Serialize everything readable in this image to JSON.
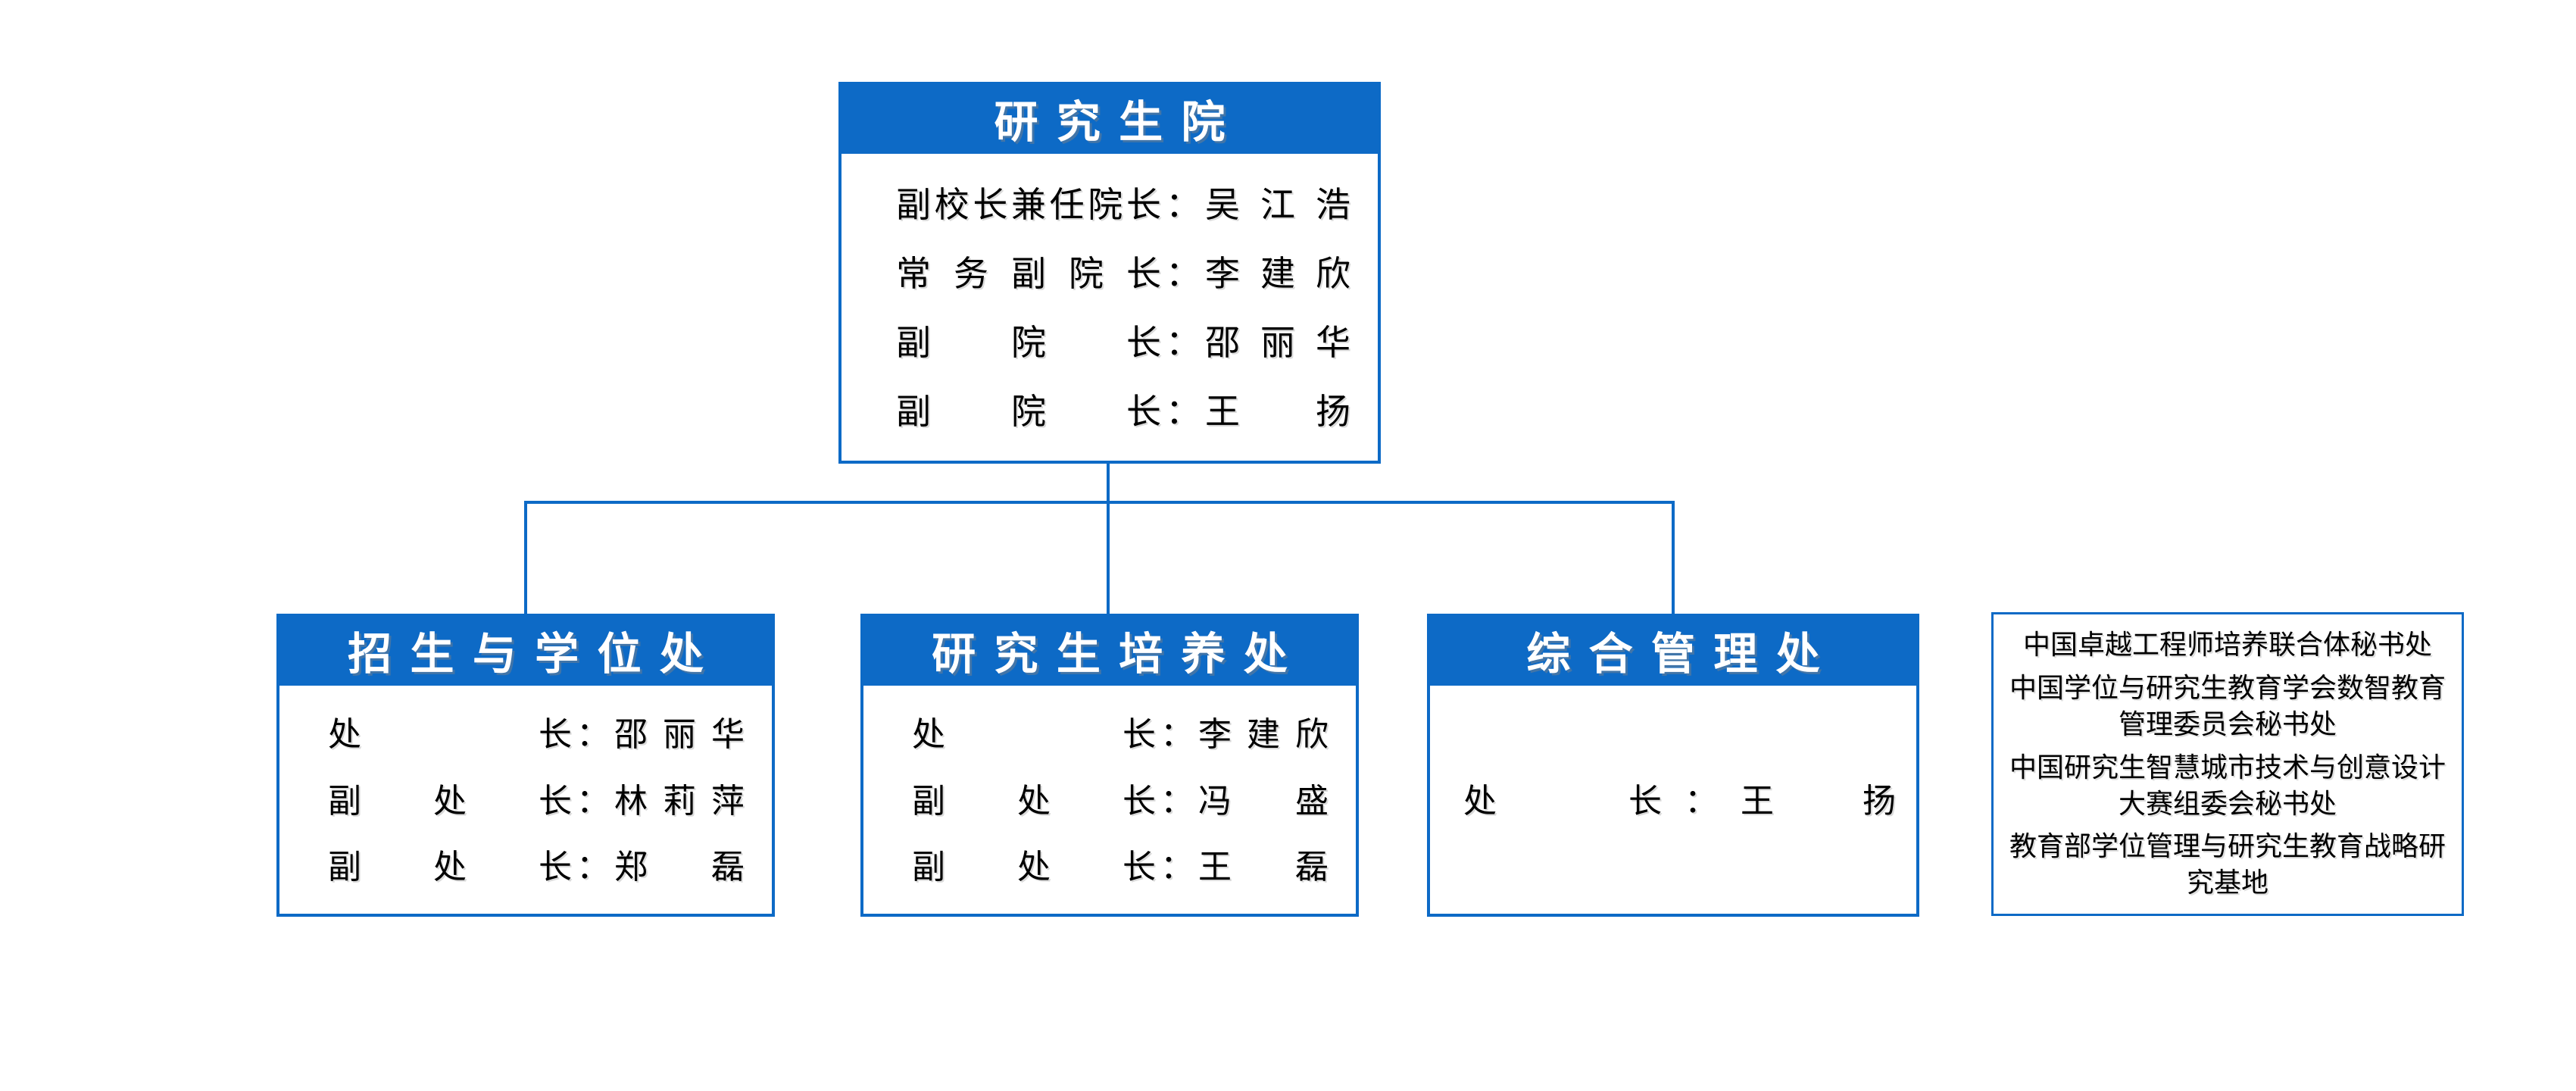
{
  "accent_color": "#0d6ac6",
  "colon": "：",
  "root": {
    "title": "研究生院",
    "rows": [
      {
        "label": "副校长兼任院长",
        "name": "吴江浩"
      },
      {
        "label": "常务副院长",
        "name": "李建欣"
      },
      {
        "label": "副院长",
        "name": "邵丽华"
      },
      {
        "label": "副院长",
        "name": "王扬"
      }
    ]
  },
  "departments": [
    {
      "title": "招生与学位处",
      "rows": [
        {
          "label": "处长",
          "name": "邵丽华"
        },
        {
          "label": "副处长",
          "name": "林莉萍"
        },
        {
          "label": "副处长",
          "name": "郑磊"
        }
      ]
    },
    {
      "title": "研究生培养处",
      "rows": [
        {
          "label": "处长",
          "name": "李建欣"
        },
        {
          "label": "副处长",
          "name": "冯盛"
        },
        {
          "label": "副处长",
          "name": "王磊"
        }
      ]
    },
    {
      "title": "综合管理处",
      "rows": [
        {
          "label": "处长",
          "name": "王扬"
        }
      ]
    }
  ],
  "affiliates": [
    "中国卓越工程师培养联合体秘书处",
    "中国学位与研究生教育学会数智教育管理委员会秘书处",
    "中国研究生智慧城市技术与创意设计大赛组委会秘书处",
    "教育部学位管理与研究生教育战略研究基地"
  ]
}
